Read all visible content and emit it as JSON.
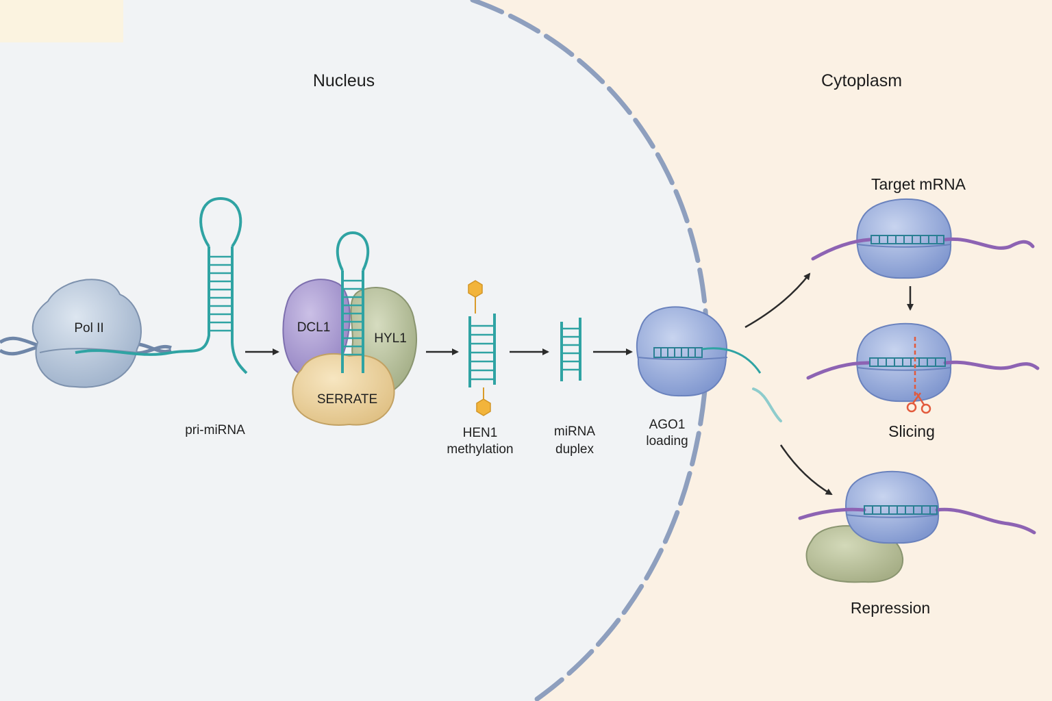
{
  "regions": {
    "nucleus": "Nucleus",
    "cytoplasm": "Cytoplasm"
  },
  "proteins": {
    "pol2": "Pol II",
    "dcl1": "DCL1",
    "hyl1": "HYL1",
    "serrate": "SERRATE"
  },
  "steps": {
    "pri_mirna": "pri-miRNA",
    "hen1_line1": "HEN1",
    "hen1_line2": "methylation",
    "duplex_line1": "miRNA",
    "duplex_line2": "duplex",
    "ago1_line1": "AGO1",
    "ago1_line2": "loading"
  },
  "outcomes": {
    "target": "Target mRNA",
    "slicing": "Slicing",
    "repression": "Repression"
  },
  "colors": {
    "nucleus_bg": "#f1f3f5",
    "cytoplasm_bg": "#fbf1e4",
    "envelope": "#8e9fbe",
    "rna": "#2fa3a3",
    "mrna": "#8d63b3",
    "pol2": "#b6c6da",
    "dcl1": "#ac9ed0",
    "hyl1": "#b9c39e",
    "serrate": "#ecd49e",
    "ago1": "#9cb0dc",
    "methyl": "#f2b43b",
    "scissors": "#e25a3c"
  }
}
